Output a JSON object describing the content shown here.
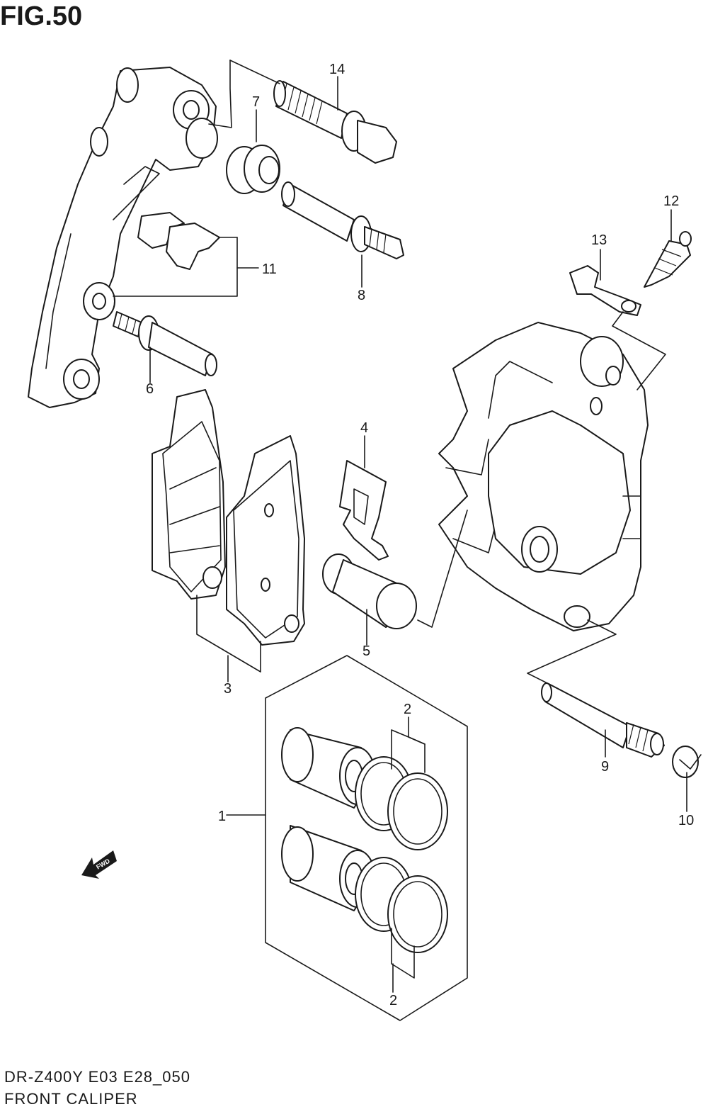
{
  "figure": {
    "title": "FIG.50",
    "model_code": "DR-Z400Y E03 E28_050",
    "part_name": "FRONT CALIPER"
  },
  "fwd_badge": "FWD",
  "callouts": {
    "c1": "1",
    "c2a": "2",
    "c2b": "2",
    "c3": "3",
    "c4": "4",
    "c5": "5",
    "c6": "6",
    "c7": "7",
    "c8": "8",
    "c9": "9",
    "c10": "10",
    "c11": "11",
    "c12": "12",
    "c13": "13",
    "c14": "14"
  }
}
